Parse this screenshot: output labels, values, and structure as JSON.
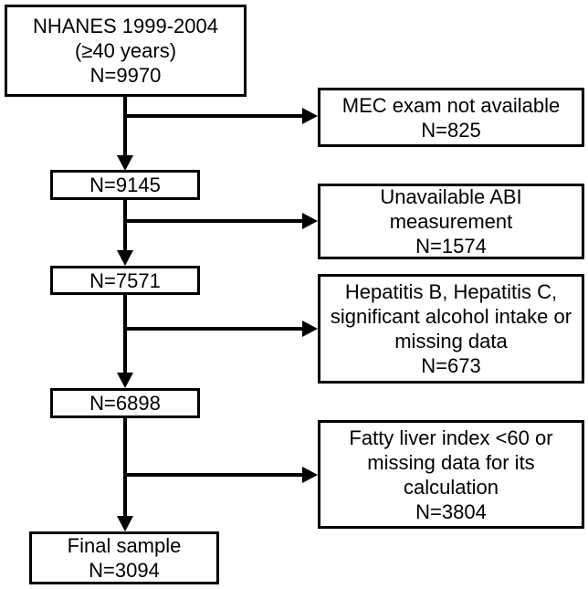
{
  "colors": {
    "line": "#000000",
    "box_border": "#000000",
    "text": "#000000",
    "background": "#ffffff"
  },
  "flow": {
    "main_boxes": [
      {
        "text": "NHANES 1999-2004\n(≥40 years)\nN=9970"
      },
      {
        "text": "N=9145"
      },
      {
        "text": "N=7571"
      },
      {
        "text": "N=6898"
      },
      {
        "text": "Final sample\nN=3094"
      }
    ],
    "exclusion_boxes": [
      {
        "text": "MEC exam not available\nN=825"
      },
      {
        "text": "Unavailable ABI\nmeasurement\nN=1574"
      },
      {
        "text": "Hepatitis B, Hepatitis C,\nsignificant alcohol intake or\nmissing data\nN=673"
      },
      {
        "text": "Fatty liver index <60 or\nmissing data for its\ncalculation\nN=3804"
      }
    ]
  }
}
